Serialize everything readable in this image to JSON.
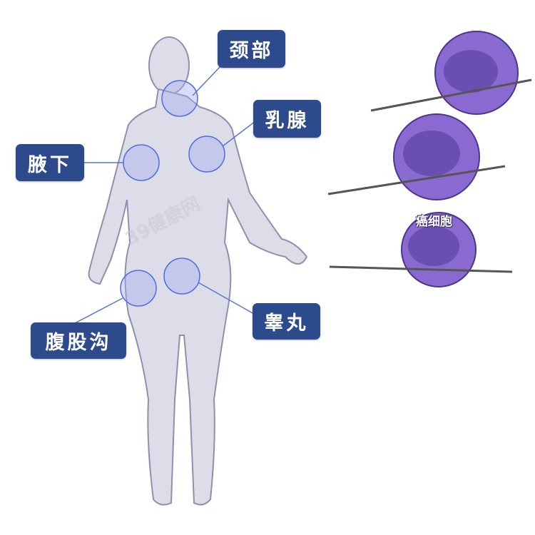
{
  "labels": {
    "neck": "颈部",
    "breast": "乳腺",
    "armpit": "腋下",
    "groin": "腹股沟",
    "testis": "睾丸"
  },
  "cancer_cell_label": "癌细胞",
  "watermark": "39健康网",
  "colors": {
    "label_bg": "#2d4a8c",
    "node_stroke": "#4a6de0",
    "body_fill": "#dcdde8",
    "cell_purple": "#8a6ad0"
  }
}
